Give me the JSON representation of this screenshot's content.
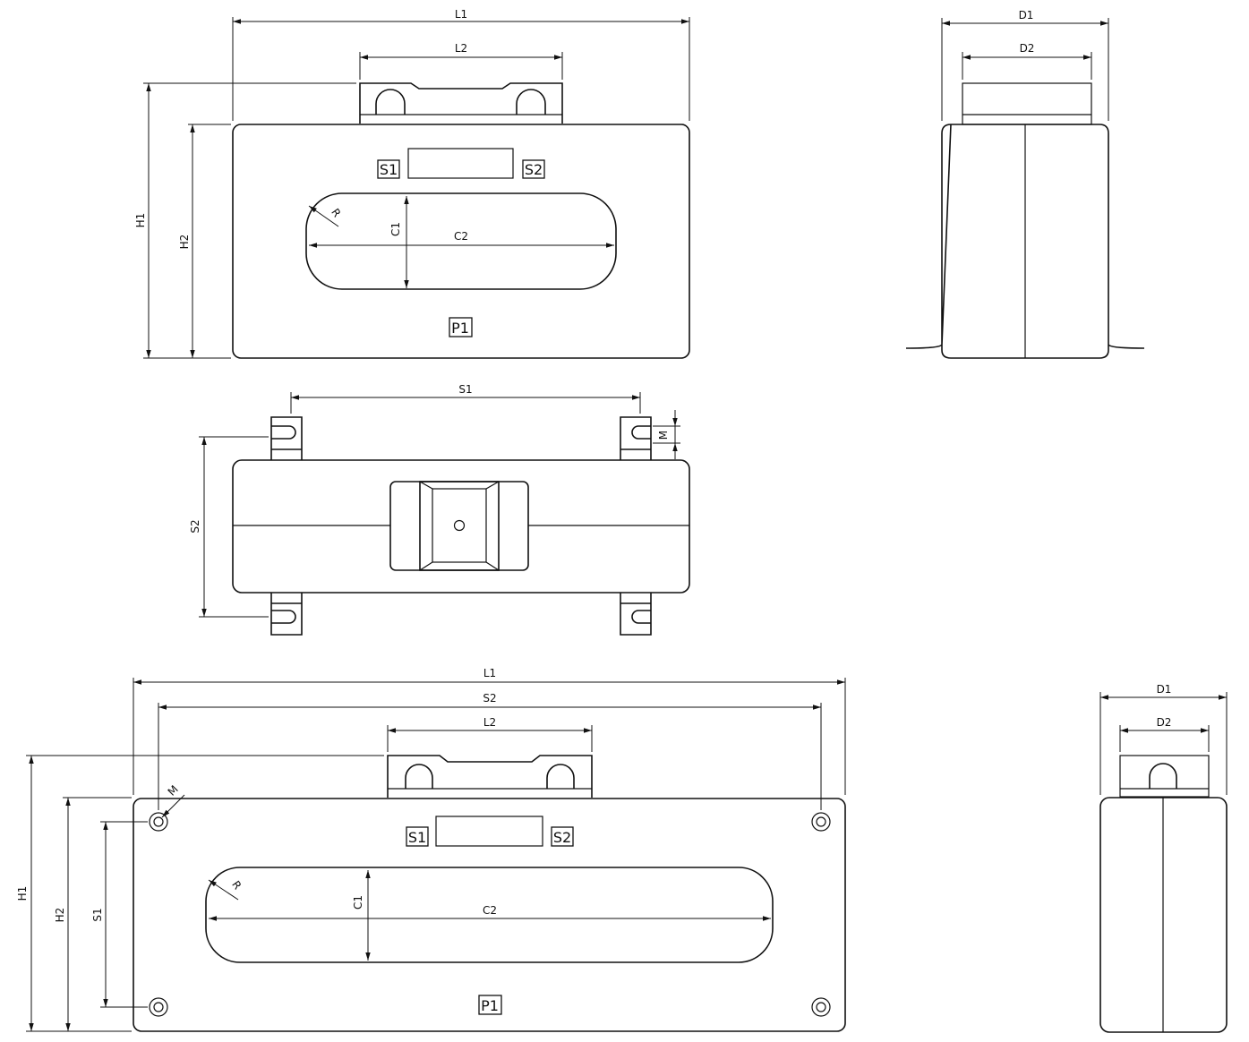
{
  "labels": {
    "L1": "L1",
    "L2": "L2",
    "H1": "H1",
    "H2": "H2",
    "D1": "D1",
    "D2": "D2",
    "C1": "C1",
    "C2": "C2",
    "R": "R",
    "M": "M",
    "S1": "S1",
    "S2": "S2",
    "P1": "P1"
  }
}
